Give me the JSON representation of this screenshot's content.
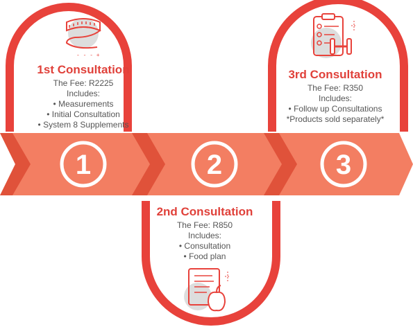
{
  "colors": {
    "arc_red": "#e8423b",
    "arrow_main": "#f37e62",
    "arrow_dark": "#e0523a",
    "number_white": "#ffffff",
    "title_red": "#e0413a",
    "text_gray": "#555555",
    "icon_bg": "#dddddd"
  },
  "steps": [
    {
      "number": "1",
      "icon": "measuring-tape-icon",
      "title": "1st Consultation",
      "fee": "The Fee: R2225",
      "includes": "Includes:",
      "items": [
        "• Measurements",
        "• Initial Consultation",
        "• System 8 Supplements"
      ]
    },
    {
      "number": "2",
      "icon": "food-plan-apple-icon",
      "title": "2nd Consultation",
      "fee": "The Fee: R850",
      "includes": "Includes:",
      "items": [
        "• Consultation",
        "• Food plan"
      ]
    },
    {
      "number": "3",
      "icon": "clipboard-dumbbell-icon",
      "title": "3rd Consultation",
      "fee": "The Fee: R350",
      "includes": "Includes:",
      "items": [
        "• Follow up Consultations",
        "*Products sold separately*"
      ]
    }
  ]
}
